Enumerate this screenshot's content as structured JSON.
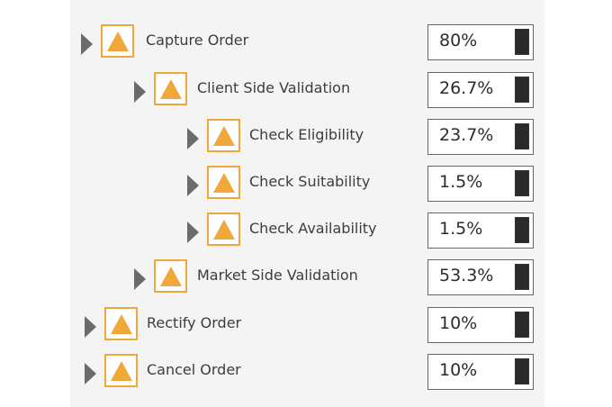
{
  "tree": {
    "rows": [
      {
        "label": "Capture Order",
        "percent_text": "80%",
        "fill": 1
      },
      {
        "label": "Client Side Validation",
        "percent_text": "26.7%",
        "fill": 1
      },
      {
        "label": "Check Eligibility",
        "percent_text": "23.7%",
        "fill": 1
      },
      {
        "label": "Check Suitability",
        "percent_text": "1.5%",
        "fill": 1
      },
      {
        "label": "Check Availability",
        "percent_text": "1.5%",
        "fill": 1
      },
      {
        "label": "Market Side Validation",
        "percent_text": "53.3%",
        "fill": 1
      },
      {
        "label": "Rectify Order",
        "percent_text": "10%",
        "fill": 1
      },
      {
        "label": "Cancel Order",
        "percent_text": "10%",
        "fill": 1
      }
    ]
  },
  "colors": {
    "warning_accent": "#f0a83a",
    "expand_arrow": "#6b6b6b",
    "bar_fill": "#2a2a2a"
  },
  "icons": {
    "expand": "caret-right-icon",
    "status": "warning-triangle-icon"
  }
}
